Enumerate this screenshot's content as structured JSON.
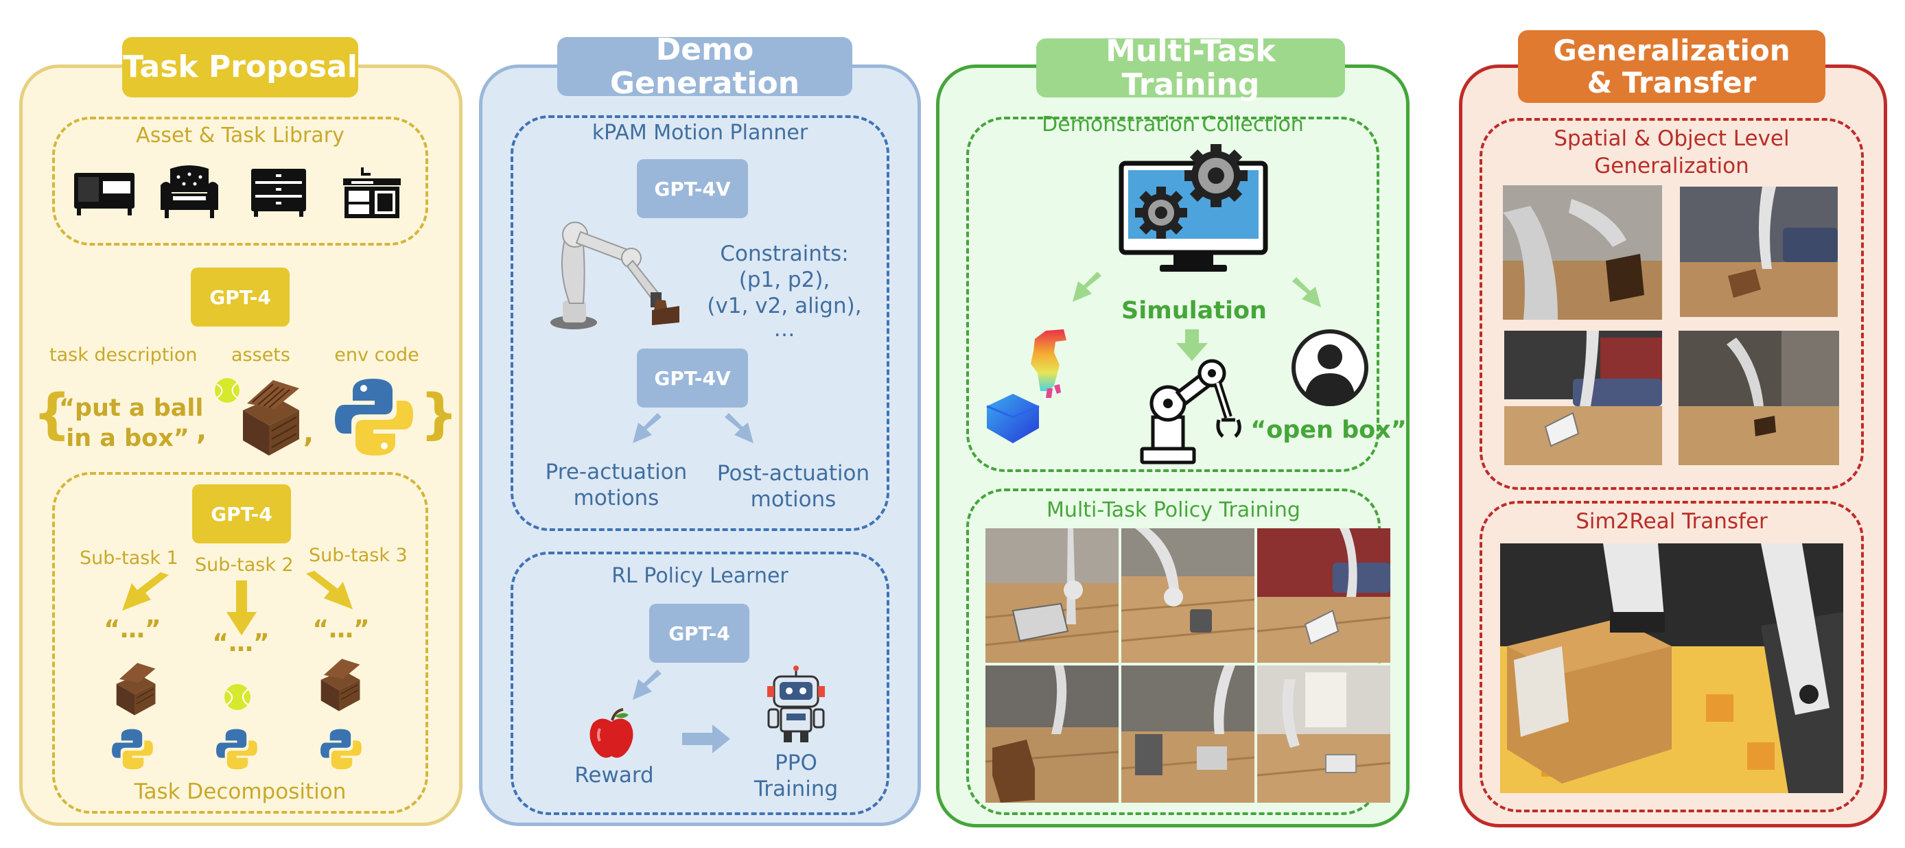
{
  "colors": {
    "yellow_accent": "#e6c72d",
    "yellow_bg": "#fdf6dc",
    "yellow_text": "#c9a82a",
    "blue_accent": "#9ab7d9",
    "blue_bg": "#dde8f5",
    "blue_text": "#3f6f9f",
    "blue_dash": "#3f73b4",
    "green_accent": "#9ed88c",
    "green_bg": "#eafbe9",
    "green_text": "#46a63a",
    "green_dash": "#45a53a",
    "red_accent": "#e07a31",
    "red_bg": "#fae8dd",
    "red_text": "#b92d27",
    "red_dash": "#c02b28"
  },
  "task_proposal": {
    "title": "Task Proposal",
    "library_label": "Asset & Task Library",
    "gpt": "GPT-4",
    "col_task": "task description",
    "col_assets": "assets",
    "col_env": "env code",
    "brace_open": "{",
    "brace_close": "}",
    "task_line1": "“put a ball",
    "task_line2": "in a box”",
    "comma1": ",",
    "comma2": ",",
    "decomp_gpt": "GPT-4",
    "subtask1": "Sub-task 1",
    "subtask2": "Sub-task 2",
    "subtask3": "Sub-task 3",
    "quote": "“…”",
    "decomposition_label": "Task Decomposition"
  },
  "demo_generation": {
    "title": "Demo Generation",
    "kpam_label": "kPAM Motion Planner",
    "gpt_top": "GPT-4V",
    "constraints": [
      "Constraints:",
      "(p1, p2),",
      "(v1, v2, align),",
      "…"
    ],
    "gpt_mid": "GPT-4V",
    "pre_line1": "Pre-actuation",
    "pre_line2": "motions",
    "post_line1": "Post-actuation",
    "post_line2": "motions",
    "rl_label": "RL Policy Learner",
    "gpt_rl": "GPT-4",
    "reward": "Reward",
    "ppo_line1": "PPO",
    "ppo_line2": "Training"
  },
  "multi_task": {
    "title": "Multi-Task Training",
    "collection_label": "Demonstration Collection",
    "simulation": "Simulation",
    "open_box": "“open box”",
    "policy_label": "Multi-Task Policy Training"
  },
  "generalization": {
    "title_line1": "Generalization",
    "title_line2": "& Transfer",
    "spatial_line1": "Spatial & Object Level",
    "spatial_line2": "Generalization",
    "sim2real_label": "Sim2Real Transfer"
  }
}
